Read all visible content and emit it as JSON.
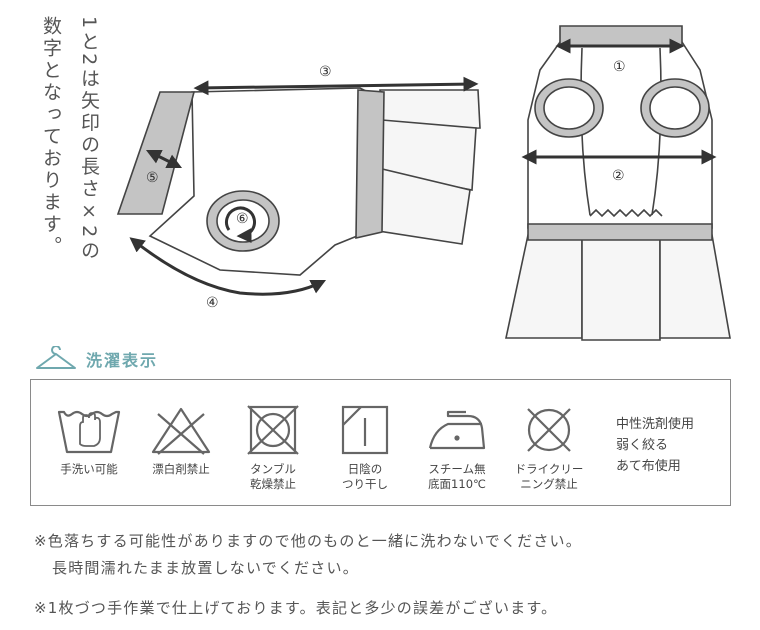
{
  "size_note": {
    "line1": "1と2は矢印の長さ×2の",
    "line2": "数字となっております。"
  },
  "measure_labels": [
    "①",
    "②",
    "③",
    "④",
    "⑤",
    "⑥"
  ],
  "wash": {
    "heading": "洗濯表示",
    "symbols": [
      {
        "icon": "hand-wash-icon",
        "caption": "手洗い可能"
      },
      {
        "icon": "no-bleach-icon",
        "caption": "漂白剤禁止"
      },
      {
        "icon": "no-tumble-dry-icon",
        "caption": "タンブル\n乾燥禁止"
      },
      {
        "icon": "shade-line-dry-icon",
        "caption": "日陰の\nつり干し"
      },
      {
        "icon": "iron-low-temp-icon",
        "caption": "スチーム無\n底面110℃"
      },
      {
        "icon": "no-dry-clean-icon",
        "caption": "ドライクリー\nニング禁止"
      }
    ],
    "side_note": "中性洗剤使用\n弱く絞る\nあて布使用"
  },
  "footnotes": {
    "line1": "※色落ちする可能性がありますので他のものと一緒に洗わないでください。",
    "line2": "長時間濡れたまま放置しないでください。",
    "line3": "※1枚づつ手作業で仕上げております。表記と多少の誤差がございます。"
  },
  "colors": {
    "accent": "#6fa8ae",
    "ribbing": "#c4c4c4",
    "outline": "#444444",
    "text": "#555555"
  }
}
